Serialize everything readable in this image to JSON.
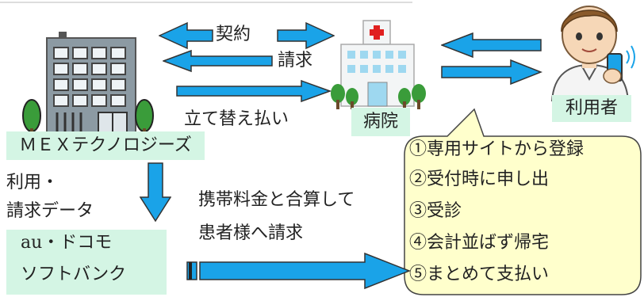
{
  "colors": {
    "arrow": "#1aa3e8",
    "label_bg": "#d4f5e4",
    "bubble_bg": "#ffffcc",
    "hospital_cross": "#e02020"
  },
  "icons": [
    "office-building-icon",
    "hospital-icon",
    "smartphone-user-icon"
  ],
  "top_line": "",
  "labels": {
    "contract": "契約",
    "billing": "請求",
    "advance_payment": "立て替え払い",
    "hospital": "病院",
    "user": "利用者",
    "company": "ＭＥＸテクノロジーズ",
    "usage_line1": "利用・",
    "usage_line2": "請求データ",
    "carrier_line1": "au・ドコモ",
    "carrier_line2": "ソフトバンク",
    "combined_line1": "携帯料金と合算して",
    "combined_line2": "患者様へ請求"
  },
  "steps": [
    "①専用サイトから登録",
    "②受付時に申し出",
    "③受診",
    "④会計並ばず帰宅",
    "⑤まとめて支払い"
  ]
}
